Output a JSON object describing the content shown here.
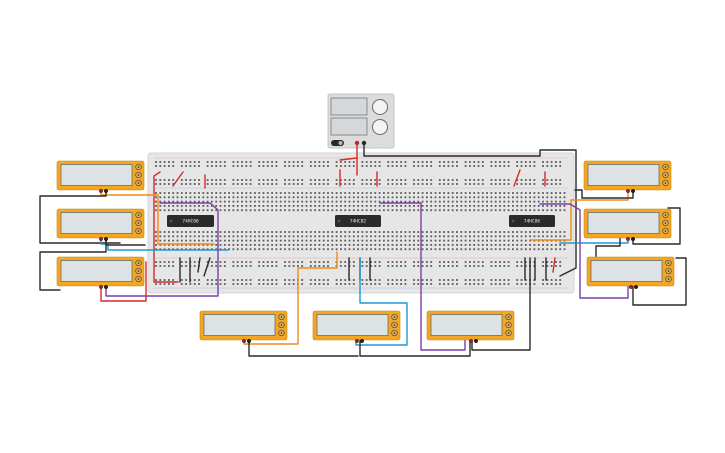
{
  "canvas": {
    "background": "#ffffff"
  },
  "colors": {
    "breadboard": "#e6e6e6",
    "breadboard_edge": "#d4d4d4",
    "hole": "#5a5a5a",
    "rail_red": "#e04040",
    "rail_blue": "#4a6fd8",
    "chip_body": "#2b2b2b",
    "meter_body": "#f2a623",
    "meter_screen": "#dde2e4",
    "psu_body": "#dcdcdc",
    "wire_orange": "#ef8a17",
    "wire_blue": "#1b9ad6",
    "wire_purple": "#7b3fa8",
    "wire_red": "#d42a2a",
    "wire_black": "#2a2a2a"
  },
  "chips": [
    {
      "name": "chip-74hc00",
      "label": "74HC00"
    },
    {
      "name": "chip-74hc02",
      "label": "74HC02"
    },
    {
      "name": "chip-74hc86",
      "label": "74HC86"
    }
  ],
  "power_supply": {
    "name": "power-supply",
    "icon": "power-supply-icon"
  },
  "multimeters": [
    {
      "name": "multimeter-left-1"
    },
    {
      "name": "multimeter-left-2"
    },
    {
      "name": "multimeter-left-3"
    },
    {
      "name": "multimeter-bottom-1"
    },
    {
      "name": "multimeter-bottom-2"
    },
    {
      "name": "multimeter-bottom-3"
    },
    {
      "name": "multimeter-right-1"
    },
    {
      "name": "multimeter-right-2"
    },
    {
      "name": "multimeter-right-3"
    }
  ]
}
